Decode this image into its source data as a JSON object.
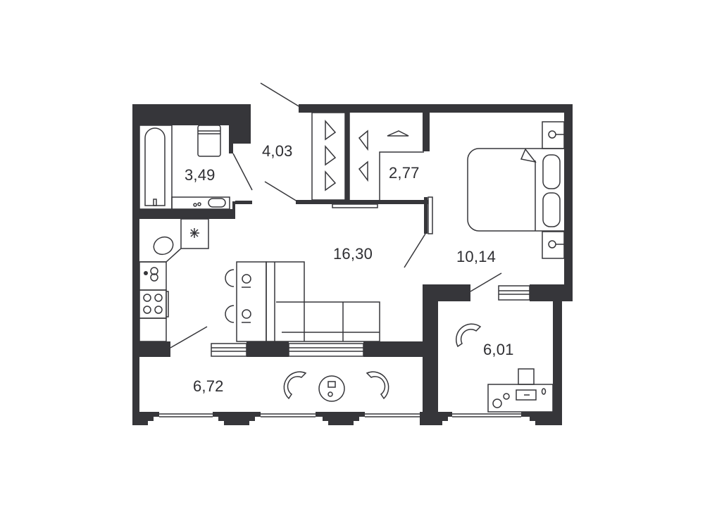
{
  "plan": {
    "type": "apartment-floor-plan",
    "units": "m²",
    "wall_color": "#36363a",
    "background": "#ffffff"
  },
  "rooms": [
    {
      "id": "bathroom",
      "area": "3,49"
    },
    {
      "id": "hallway",
      "area": "4,03"
    },
    {
      "id": "walk-in-closet",
      "area": "2,77"
    },
    {
      "id": "kitchen-living",
      "area": "16,30"
    },
    {
      "id": "bedroom",
      "area": "10,14"
    },
    {
      "id": "study",
      "area": "6,01"
    },
    {
      "id": "balcony",
      "area": "6,72"
    }
  ],
  "fixtures": {
    "bathroom": [
      "bathtub-icon",
      "toilet-icon",
      "washbasin-icon"
    ],
    "hallway": [
      "wardrobe-icon"
    ],
    "closet": [
      "hanger-icon"
    ],
    "kitchen": [
      "fridge-icon",
      "sink-icon",
      "oven-icon",
      "cooktop-icon",
      "dining-table-icon",
      "sofa-icon"
    ],
    "bedroom": [
      "double-bed-icon",
      "nightstand-icon"
    ],
    "study": [
      "armchair-icon",
      "desk-icon"
    ],
    "balcony": [
      "armchair-icon",
      "coffee-table-icon"
    ]
  }
}
